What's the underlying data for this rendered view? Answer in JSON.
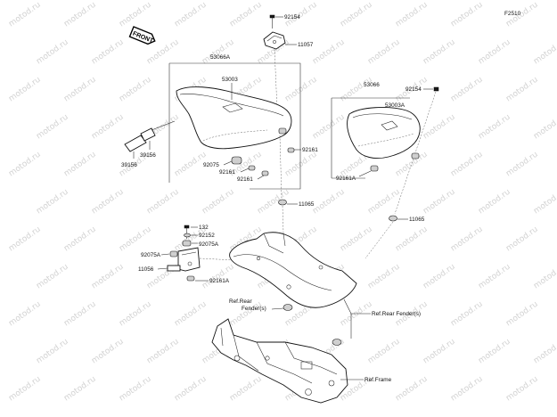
{
  "figure_code": "F2510",
  "front_tag": "FRONT",
  "watermark": "motod.ru",
  "labels": {
    "l92154_top": "92154",
    "l11057": "11057",
    "l53066A": "53066A",
    "l53003": "53003",
    "l92161_a": "92161",
    "l92075_seat": "92075",
    "l92161_b": "92161",
    "l92161_c": "92161",
    "l39156_a": "39156",
    "l39156_b": "39156",
    "l11065_mid": "11065",
    "l53066": "53066",
    "l92154_right": "92154",
    "l53003A": "53003A",
    "l92161A_right": "92161A",
    "l11065_right": "11065",
    "l132": "132",
    "l92152": "92152",
    "l92075A_a": "92075A",
    "l92075A_b": "92075A",
    "l11056": "11056",
    "l92161A_left": "92161A",
    "ref_rear_fender_left_1": "Ref.Rear",
    "ref_rear_fender_left_2": "Fender(s)",
    "ref_rear_fender_right": "Ref.Rear Fender(s)",
    "ref_frame": "Ref.Frame"
  }
}
